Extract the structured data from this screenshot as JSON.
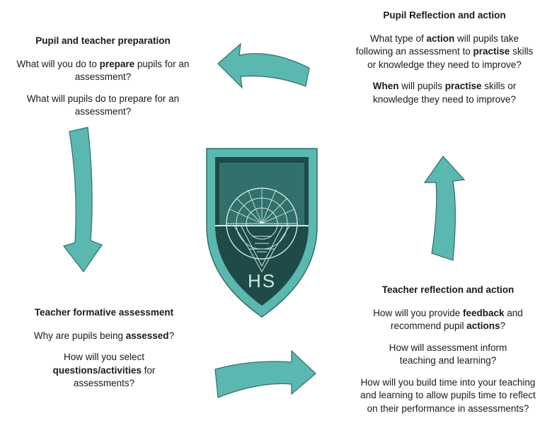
{
  "colors": {
    "arrow_fill": "#5ab8b0",
    "arrow_stroke": "#2e6f6a",
    "shield_outer": "#5ab8b0",
    "shield_inner": "#1e4a47",
    "shield_lines": "#cfe9e6"
  },
  "logo_text": "HS",
  "top_left": {
    "title": "Pupil and teacher preparation",
    "p1": [
      "What will you do to ",
      "prepare",
      " pupils for an assessment?"
    ],
    "p2": "What will pupils do to prepare for an assessment?"
  },
  "top_right": {
    "title": "Pupil Reflection and action",
    "p1": [
      "What type of ",
      "action",
      " will pupils take following an assessment to ",
      "practise",
      " skills or knowledge they need to improve?"
    ],
    "p2": [
      "When",
      " will pupils ",
      "practise",
      " skills or knowledge they need to improve?"
    ]
  },
  "bottom_left": {
    "title": "Teacher formative assessment",
    "p1": [
      "Why are pupils being ",
      "assessed",
      "?"
    ],
    "p2": [
      "How will you select ",
      "questions/activities",
      " for assessments?"
    ]
  },
  "bottom_right": {
    "title": "Teacher reflection and action",
    "p1": [
      "How will you provide ",
      "feedback",
      " and recommend pupil ",
      "actions",
      "?"
    ],
    "p2": "How will assessment inform teaching and learning?",
    "p3": "How will you build time into your teaching and learning to allow pupils time to reflect on their performance in assessments?"
  }
}
